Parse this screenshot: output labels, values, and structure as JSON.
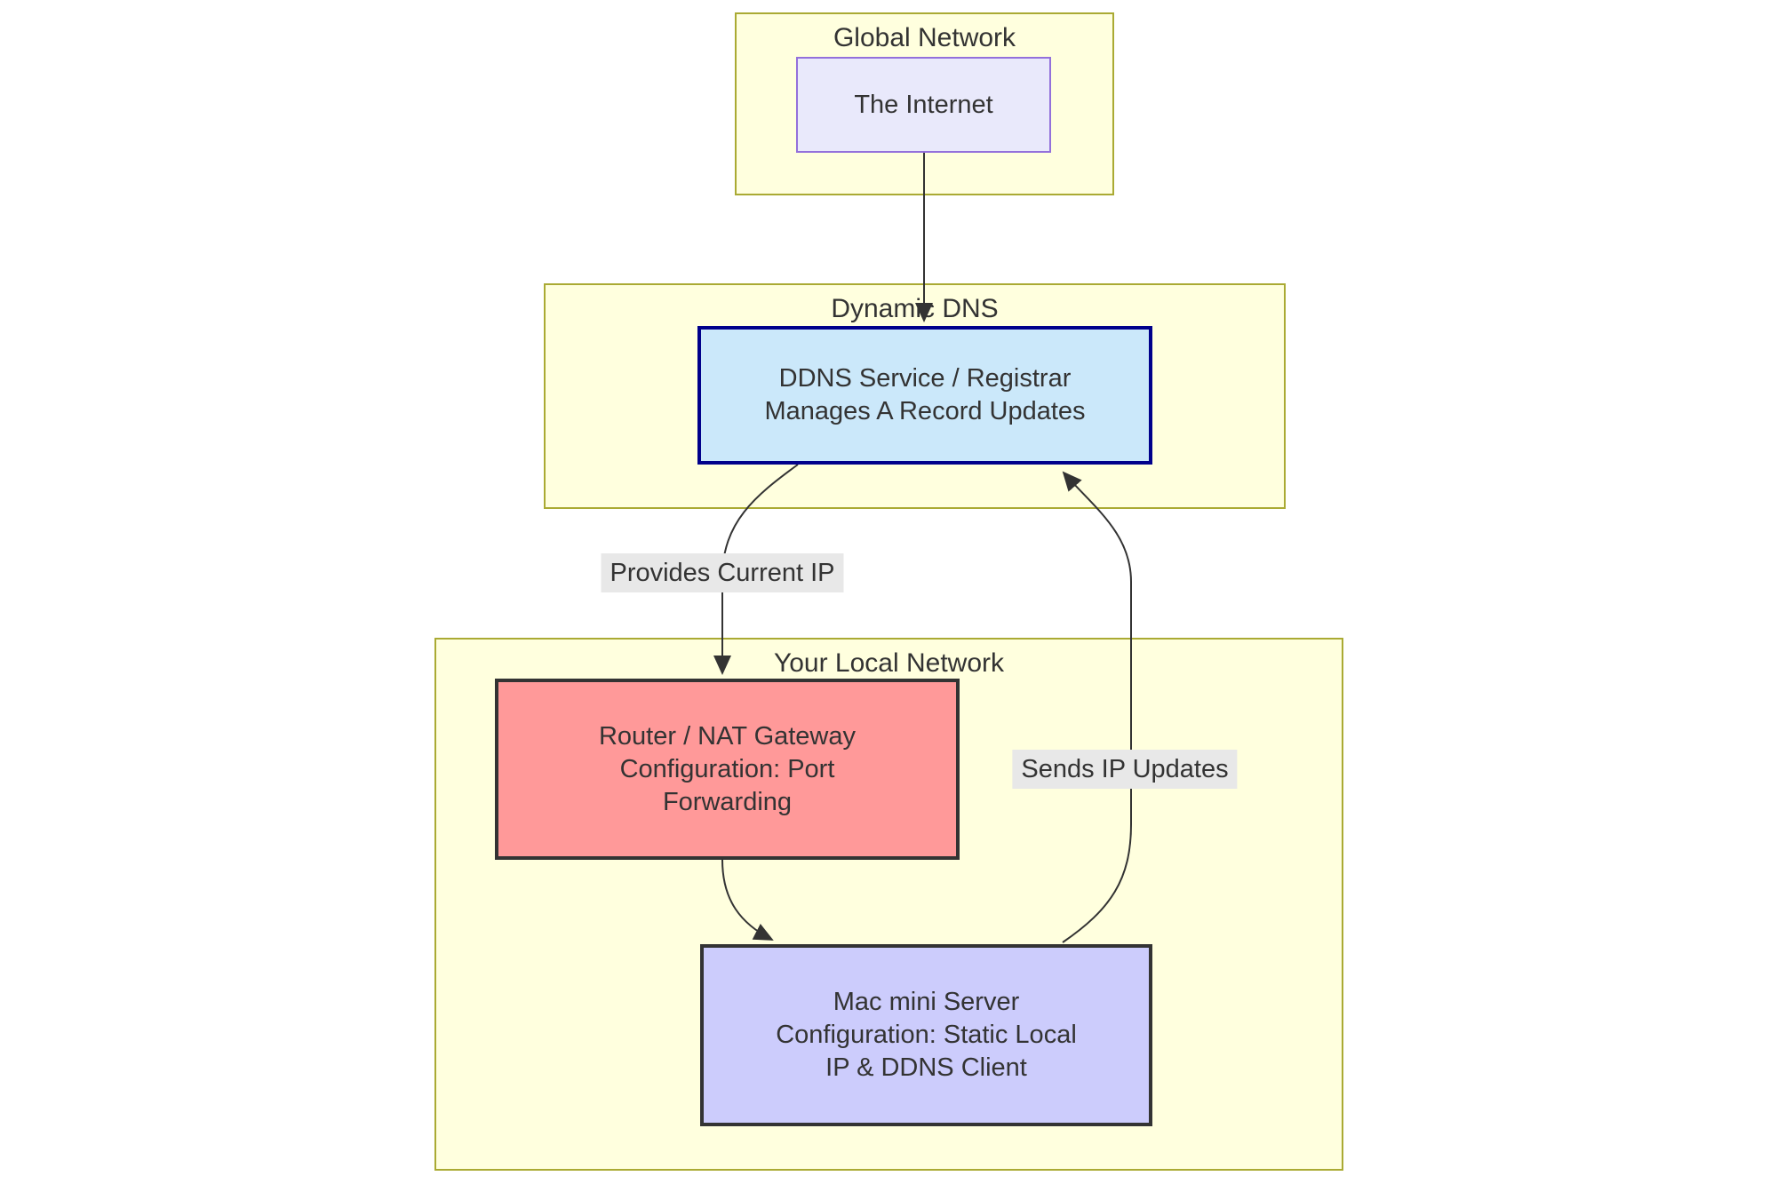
{
  "diagram": {
    "type": "flowchart",
    "direction": "top-down",
    "clusters": [
      {
        "id": "global-network",
        "title": "Global Network"
      },
      {
        "id": "dynamic-dns",
        "title": "Dynamic DNS"
      },
      {
        "id": "your-local-network",
        "title": "Your Local Network"
      }
    ],
    "nodes": [
      {
        "id": "internet",
        "cluster": "global-network",
        "lines": [
          "The Internet"
        ],
        "fill": "#e9e9fb",
        "stroke": "#9370db"
      },
      {
        "id": "ddns-service",
        "cluster": "dynamic-dns",
        "lines": [
          "DDNS Service / Registrar",
          "Manages A Record Updates"
        ],
        "fill": "#cbe8fa",
        "stroke": "#00008b"
      },
      {
        "id": "router",
        "cluster": "your-local-network",
        "lines": [
          "Router / NAT Gateway",
          "Configuration: Port",
          "Forwarding"
        ],
        "fill": "#ff9999",
        "stroke": "#333333"
      },
      {
        "id": "mac-mini-server",
        "cluster": "your-local-network",
        "lines": [
          "Mac mini Server",
          "Configuration: Static Local",
          "IP & DDNS Client"
        ],
        "fill": "#ccccfc",
        "stroke": "#333333"
      }
    ],
    "edges": [
      {
        "from": "internet",
        "to": "ddns-service",
        "label": ""
      },
      {
        "from": "ddns-service",
        "to": "router",
        "label": "Provides Current IP"
      },
      {
        "from": "router",
        "to": "mac-mini-server",
        "label": ""
      },
      {
        "from": "mac-mini-server",
        "to": "ddns-service",
        "label": "Sends IP Updates"
      }
    ],
    "colors": {
      "cluster_fill": "#ffffde",
      "cluster_border": "#aaaa33",
      "internet_fill": "#e9e9fb",
      "internet_border": "#9370db",
      "ddns_fill": "#cbe8fa",
      "ddns_border": "#00008b",
      "router_fill": "#ff9999",
      "server_fill": "#ccccfc",
      "dark_node_border": "#333333",
      "edge_stroke": "#333333",
      "edge_label_bg": "#e8e8e8",
      "text": "#333333"
    }
  }
}
